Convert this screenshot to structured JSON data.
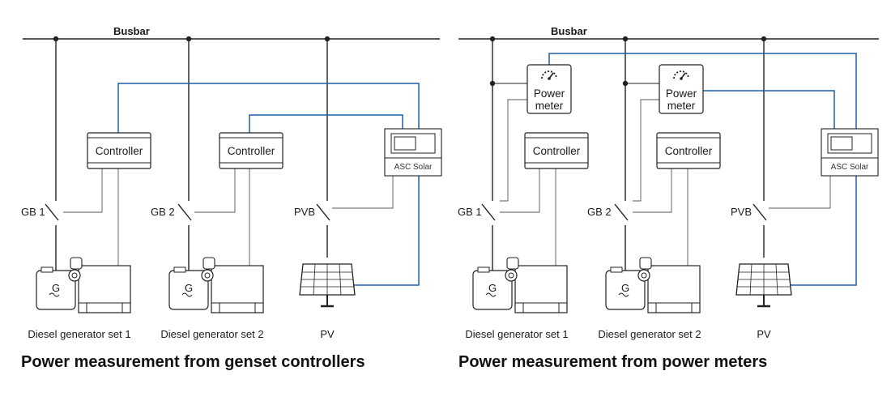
{
  "colors": {
    "line": "#222222",
    "thin": "#555555",
    "comm": "#1f5fa8"
  },
  "left": {
    "busbar": "Busbar",
    "breakers": [
      "GB 1",
      "GB 2",
      "PVB"
    ],
    "controllers": [
      "Controller",
      "Controller"
    ],
    "asc_label": "ASC Solar",
    "sources": [
      "Diesel generator set 1",
      "Diesel generator set 2",
      "PV"
    ],
    "gen_symbol": "G",
    "caption": "Power measurement from genset controllers"
  },
  "right": {
    "busbar": "Busbar",
    "breakers": [
      "GB 1",
      "GB 2",
      "PVB"
    ],
    "controllers": [
      "Controller",
      "Controller"
    ],
    "power_meters": [
      [
        "Power",
        "meter"
      ],
      [
        "Power",
        "meter"
      ]
    ],
    "asc_label": "ASC Solar",
    "sources": [
      "Diesel generator set 1",
      "Diesel generator set 2",
      "PV"
    ],
    "gen_symbol": "G",
    "caption": "Power measurement from power meters"
  }
}
